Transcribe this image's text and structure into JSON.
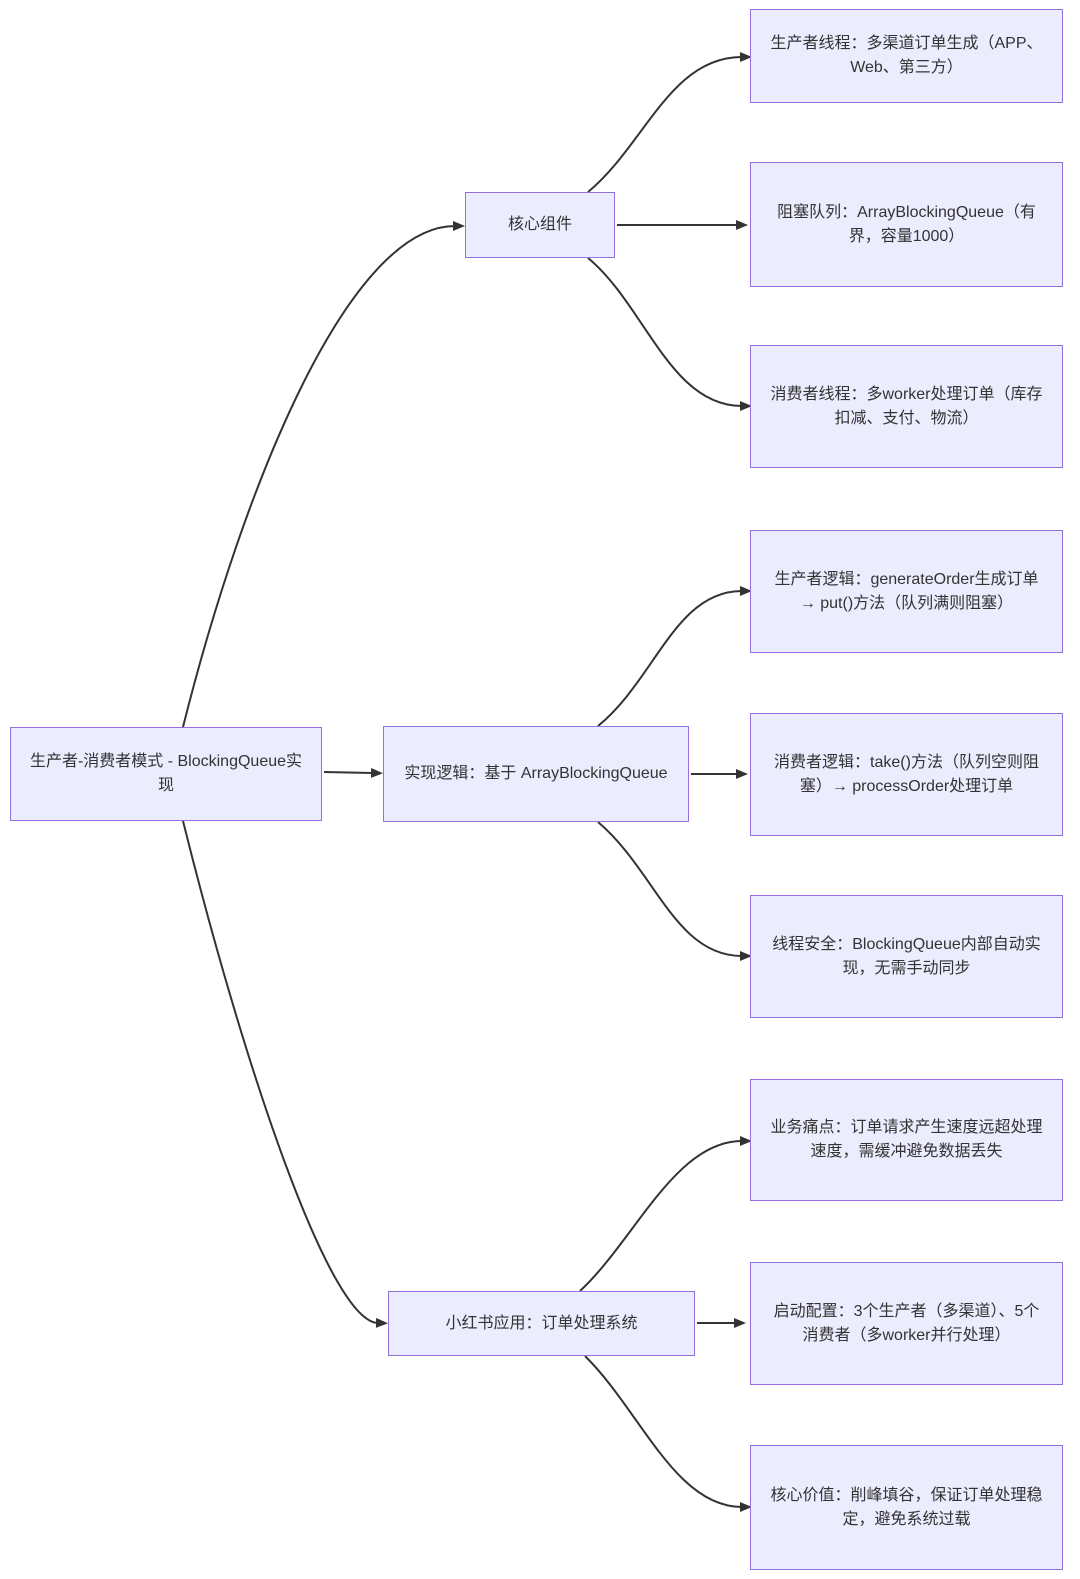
{
  "colors": {
    "background": "#ffffff",
    "node_fill": "#ECECFF",
    "node_border": "#9370DB",
    "edge": "#333333",
    "text": "#333333"
  },
  "diagram": {
    "root": {
      "label": "生产者-消费者模式 - BlockingQueue实现"
    },
    "branches": [
      {
        "label": "核心组件",
        "children": [
          {
            "label": "生产者线程：多渠道订单生成（APP、Web、第三方）"
          },
          {
            "label": "阻塞队列：ArrayBlockingQueue（有界，容量1000）"
          },
          {
            "label": "消费者线程：多worker处理订单（库存扣减、支付、物流）"
          }
        ]
      },
      {
        "label": "实现逻辑：基于 ArrayBlockingQueue",
        "children": [
          {
            "label": "生产者逻辑：generateOrder生成订单 → put()方法（队列满则阻塞）"
          },
          {
            "label": "消费者逻辑：take()方法（队列空则阻塞）→ processOrder处理订单"
          },
          {
            "label": "线程安全：BlockingQueue内部自动实现，无需手动同步"
          }
        ]
      },
      {
        "label": "小红书应用：订单处理系统",
        "children": [
          {
            "label": "业务痛点：订单请求产生速度远超处理速度，需缓冲避免数据丢失"
          },
          {
            "label": "启动配置：3个生产者（多渠道）、5个消费者（多worker并行处理）"
          },
          {
            "label": "核心价值：削峰填谷，保证订单处理稳定，避免系统过载"
          }
        ]
      }
    ]
  }
}
